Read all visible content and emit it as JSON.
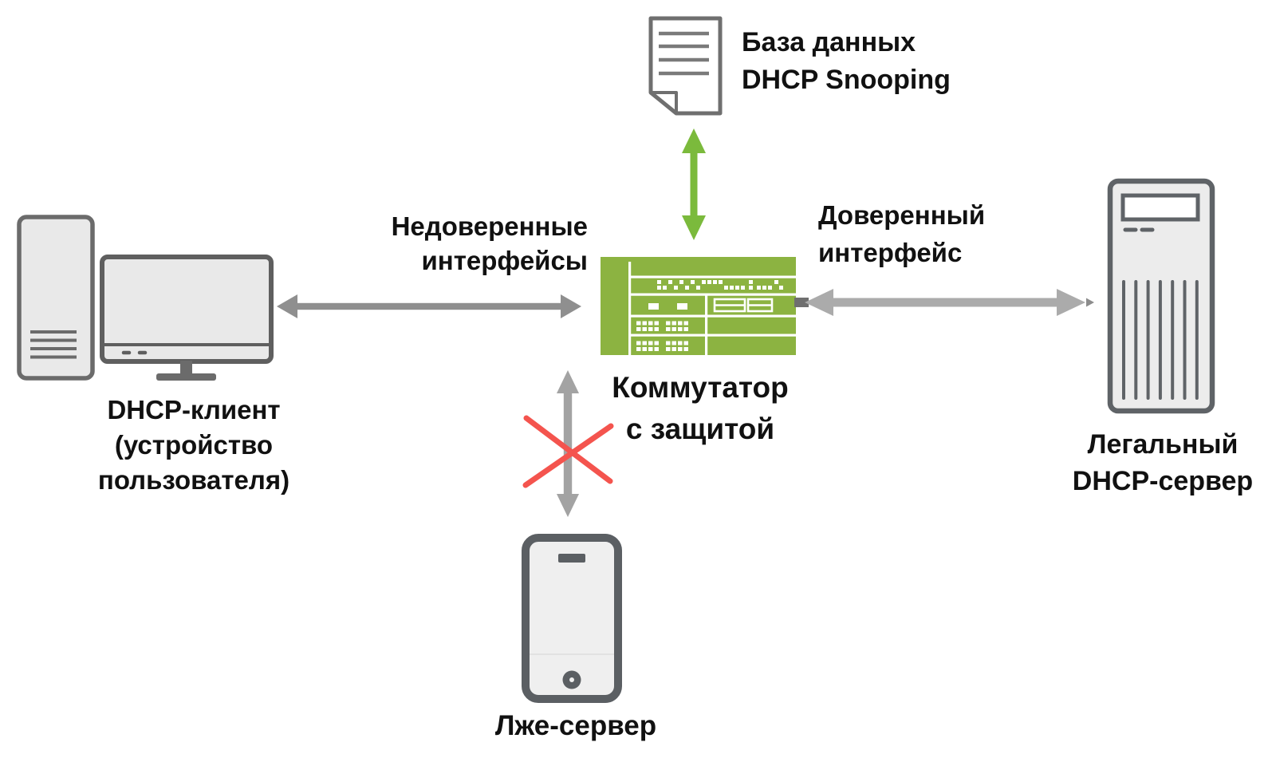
{
  "colors": {
    "switch_green": "#8CB341",
    "arrow_green": "#7BBA3C",
    "arrow_gray": "#8F8F8F",
    "arrow_gray_light": "#ABABAB",
    "arrow_gray_mid": "#A3A3A3",
    "cross_red": "#F4544E",
    "icon_stroke": "#6B6B6B",
    "icon_fill": "#E9E9E9",
    "text": "#111111"
  },
  "nodes": {
    "database": {
      "icon": "document-icon",
      "label": [
        "База данных",
        "DHCP Snooping"
      ]
    },
    "client": {
      "icon": "desktop-computer-icon",
      "label": [
        "DHCP-клиент",
        "(устройство",
        "пользователя)"
      ]
    },
    "switch": {
      "icon": "network-switch-icon",
      "label": [
        "Коммутатор",
        "с защитой"
      ]
    },
    "server": {
      "icon": "server-tower-icon",
      "label": [
        "Легальный",
        "DHCP-сервер"
      ]
    },
    "rogue_server": {
      "icon": "smartphone-icon",
      "label": [
        "Лже-сервер"
      ]
    }
  },
  "edges": {
    "untrusted_interfaces": {
      "label": [
        "Недоверенные",
        "интерфейсы"
      ],
      "style": "gray-double-arrow"
    },
    "trusted_interface": {
      "label": [
        "Доверенный",
        "интерфейс"
      ],
      "style": "gray-double-arrow"
    },
    "database_sync": {
      "style": "green-double-arrow"
    },
    "blocked_rogue": {
      "style": "gray-double-arrow-crossed-red"
    }
  }
}
